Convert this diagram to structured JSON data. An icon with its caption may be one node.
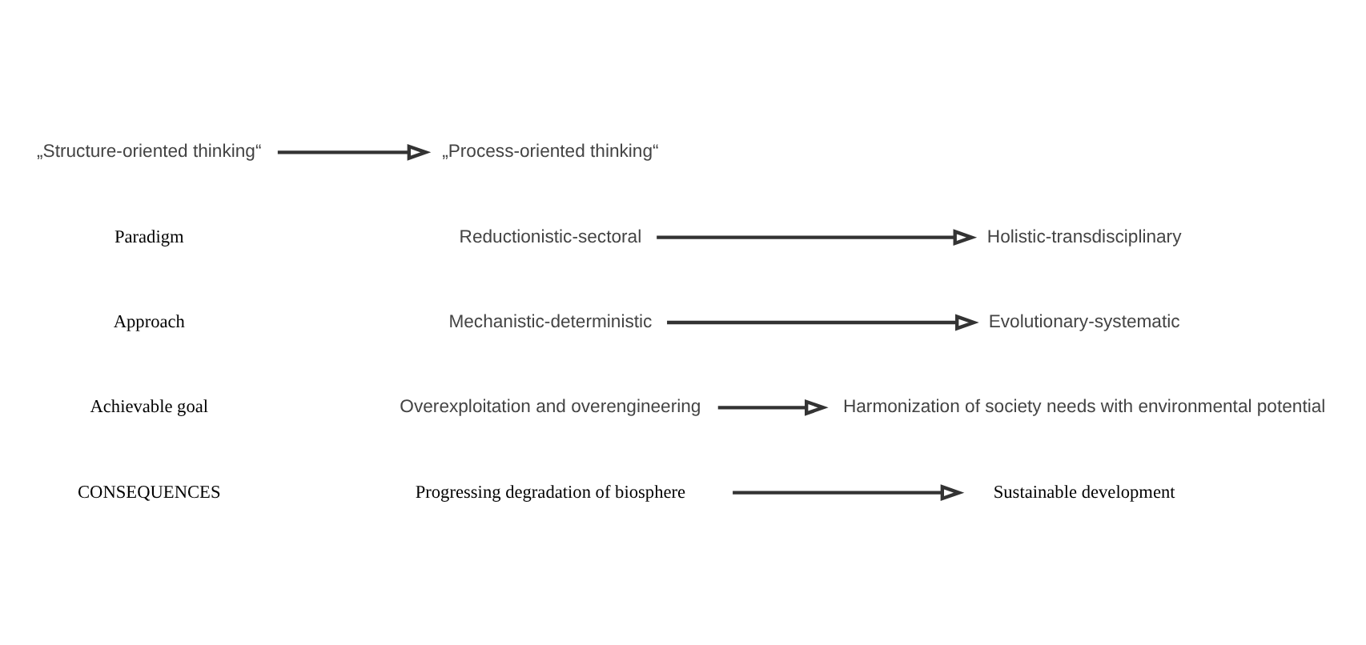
{
  "diagram": {
    "nodes": [
      {
        "text": [
          "Progressing degradation of biosphere"
        ]
      },
      {
        "text": [
          "Sustainable development"
        ]
      },
      {
        "text": [
          "Overexploitation and overengineering"
        ]
      },
      {
        "text": [
          "Harmonization of society needs with environmental potential"
        ]
      },
      {
        "text": [
          "Mechanistic-deterministic"
        ]
      },
      {
        "text": [
          "Evolutionary-systematic"
        ]
      },
      {
        "text": [
          "Reductionistic-sectoral"
        ]
      },
      {
        "text": [
          "Holistic-transdisciplinary"
        ]
      },
      {
        "text": [
          "„Structure-oriented thinking“"
        ]
      },
      {
        "text": [
          "„Process-oriented thinking“"
        ]
      }
    ],
    "edges": [
      {
        "from": 0,
        "to": 1,
        "arrow": "to"
      },
      {
        "from": 2,
        "to": 3,
        "arrow": "to"
      },
      {
        "from": 4,
        "to": 5,
        "arrow": "to"
      },
      {
        "from": 6,
        "to": 7,
        "arrow": "to"
      },
      {
        "from": 8,
        "to": 9,
        "arrow": "to"
      }
    ],
    "labels": [
      "CONSEQUENCES",
      "Achievable goal",
      "Approach",
      "Paradigm"
    ]
  }
}
